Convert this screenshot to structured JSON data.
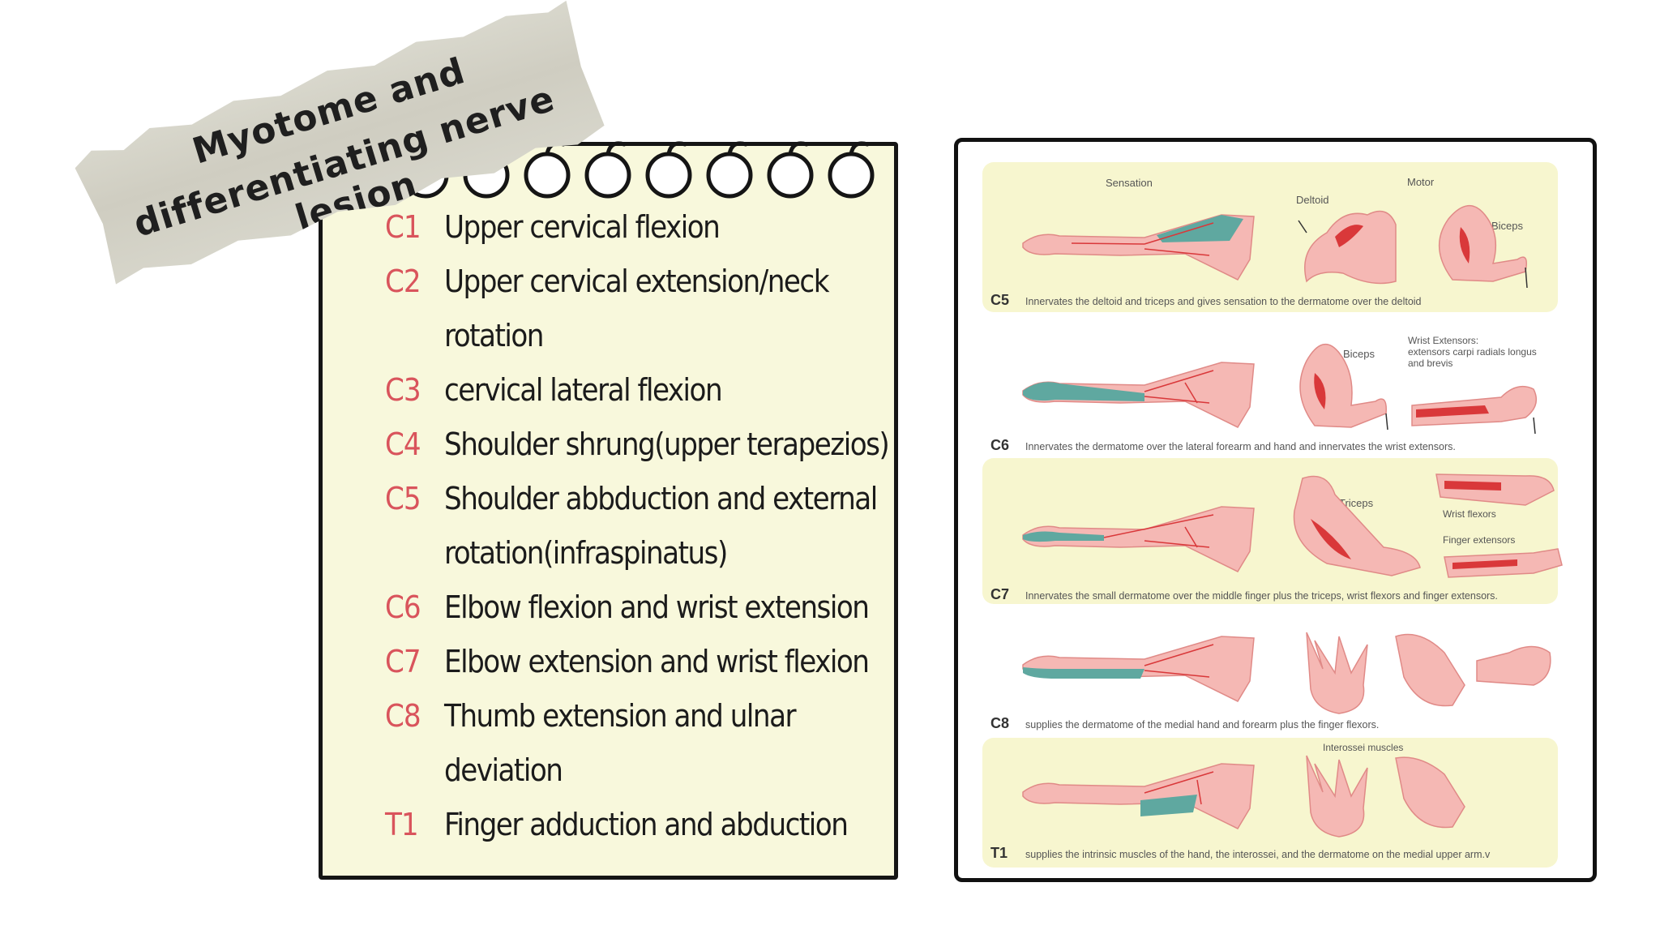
{
  "title": {
    "line1": "Myotome and",
    "line2": "differentiating nerve lesion"
  },
  "myotomes": [
    {
      "code": "C1",
      "description": "Upper cervical flexion"
    },
    {
      "code": "C2",
      "description": "Upper cervical extension/neck rotation"
    },
    {
      "code": "C3",
      "description": "cervical lateral flexion"
    },
    {
      "code": "C4",
      "description": "Shoulder shrung(upper terapezios)"
    },
    {
      "code": "C5",
      "description": "Shoulder abbduction and external rotation(infraspinatus)"
    },
    {
      "code": "C6",
      "description": "Elbow flexion and wrist extension"
    },
    {
      "code": "C7",
      "description": "Elbow extension and wrist flexion"
    },
    {
      "code": "C8",
      "description": "Thumb extension and ulnar deviation"
    },
    {
      "code": "T1",
      "description": "Finger adduction and abduction"
    }
  ],
  "figure": {
    "header_sensation": "Sensation",
    "header_motor": "Motor",
    "labels": {
      "deltoid": "Deltoid",
      "biceps": "Biceps",
      "biceps_c6": "Biceps",
      "wrist_extensors": "Wrist Extensors:",
      "wrist_extensors_detail1": "extensors carpi radials longus",
      "wrist_extensors_detail2": "and brevis",
      "triceps": "Triceps",
      "wrist_flexors": "Wrist flexors",
      "finger_extensors": "Finger extensors",
      "interossei": "Interossei muscles"
    },
    "levels": [
      {
        "code": "C5",
        "caption": "Innervates the deltoid and triceps and gives sensation to the dermatome over the deltoid"
      },
      {
        "code": "C6",
        "caption": "Innervates the dermatome over the lateral forearm and hand and innervates the wrist extensors."
      },
      {
        "code": "C7",
        "caption": "Innervates the small dermatome over the middle finger plus the triceps, wrist flexors and finger extensors."
      },
      {
        "code": "C8",
        "caption": "supplies the dermatome of the medial hand and forearm plus the finger flexors."
      },
      {
        "code": "T1",
        "caption": "supplies the intrinsic muscles of the hand, the interossei, and the dermatome on the medial upper arm.v"
      }
    ]
  },
  "colors": {
    "code_red": "#d9554c",
    "note_bg": "#f8f8dc",
    "band_bg": "#f7f6cf",
    "skin": "#f5b8b4",
    "dermatome_teal": "#5fa8a0",
    "muscle_red": "#d9383a"
  }
}
